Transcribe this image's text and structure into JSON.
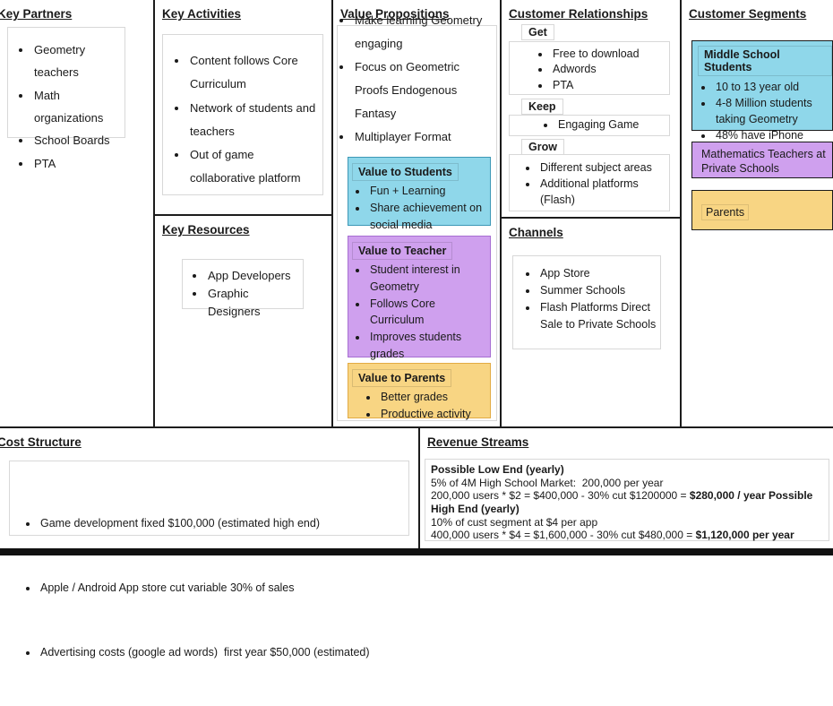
{
  "canvas": {
    "key_partners": {
      "title": "Key Partners",
      "items": [
        "Geometry teachers",
        "Math organizations",
        "School Boards",
        "PTA"
      ]
    },
    "key_activities": {
      "title": "Key Activities",
      "items": [
        "Content follows Core Curriculum",
        "Network of students and teachers",
        "Out of game collaborative platform"
      ]
    },
    "key_resources": {
      "title": "Key Resources",
      "items": [
        "App Developers",
        "Graphic Designers"
      ]
    },
    "value_propositions": {
      "title": "Value Propositions",
      "items": [
        "Make learning Geometry engaging",
        "Focus on Geometric Proofs Endogenous Fantasy",
        "Multiplayer Format"
      ],
      "value_to_students": {
        "title": "Value to Students",
        "items": [
          "Fun + Learning",
          "Share achievement on social media"
        ]
      },
      "value_to_teacher": {
        "title": "Value to Teacher",
        "items": [
          "Student interest in Geometry",
          "Follows Core Curriculum",
          "Improves students grades"
        ]
      },
      "value_to_parents": {
        "title": "Value to Parents",
        "items": [
          "Better grades",
          "Productive activity"
        ]
      }
    },
    "customer_relationships": {
      "title": "Customer Relationships",
      "get": {
        "label": "Get",
        "items": [
          "Free to download",
          "Adwords",
          "PTA"
        ]
      },
      "keep": {
        "label": "Keep",
        "items": [
          "Engaging Game"
        ]
      },
      "grow": {
        "label": "Grow",
        "items": [
          "Different subject areas",
          "Additional platforms (Flash)"
        ]
      }
    },
    "channels": {
      "title": "Channels",
      "items": [
        "App Store",
        "Summer Schools",
        "Flash Platforms Direct Sale to Private Schools"
      ]
    },
    "customer_segments": {
      "title": "Customer Segments",
      "middle_school": {
        "title": "Middle School Students",
        "items": [
          "10 to 13 year old",
          "4-8 Million students taking Geometry",
          "48% have iPhone"
        ]
      },
      "teachers_text": "Mathematics Teachers at Private Schools",
      "parents_text": "Parents"
    },
    "cost_structure": {
      "title": "Cost Structure",
      "items": [
        "Game development fixed $100,000 (estimated high end)",
        "Apple / Android App store cut variable 30% of sales",
        "Advertising costs (google ad words)  first year $50,000 (estimated)"
      ]
    },
    "revenue_streams": {
      "title": "Revenue Streams",
      "lines": [
        {
          "bold": "Possible Low End (yearly)"
        },
        {
          "text": "5% of 4M High School Market:  200,000 per year"
        },
        {
          "text": "200,000 users * $2 = $400,000 - 30% cut $1200000 = ",
          "bold": "$280,000 / year Possible High End (yearly)"
        },
        {
          "text": "10% of cust segment at $4 per app"
        },
        {
          "text": "400,000 users * $4 = $1,600,000 - 30% cut $480,000 = ",
          "bold": "$1,120,000 per year"
        }
      ]
    },
    "colors": {
      "students_blue": "#8fd7ea",
      "teachers_purple": "#cfa0ee",
      "parents_yellow": "#f8d583"
    }
  }
}
